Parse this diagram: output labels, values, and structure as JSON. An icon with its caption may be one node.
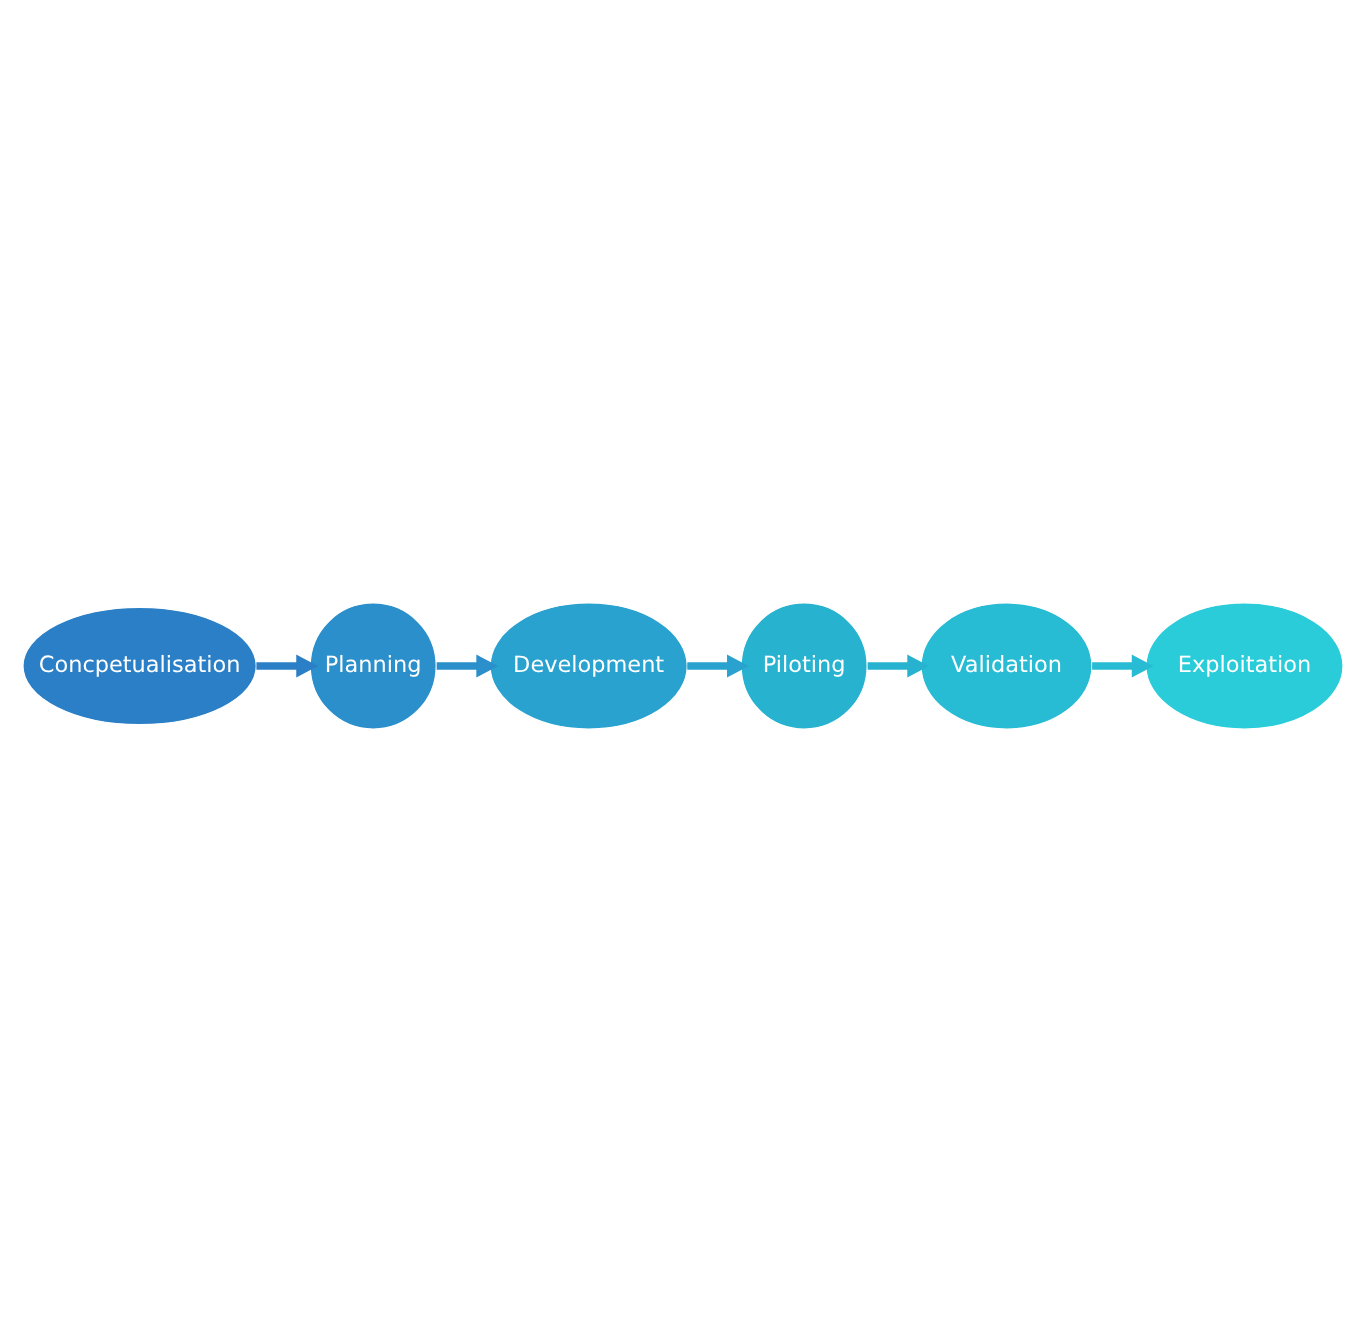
{
  "diagram": {
    "nodes": [
      {
        "text": [
          "Concpetualisation"
        ]
      },
      {
        "text": [
          "Planning"
        ]
      },
      {
        "text": [
          "Development"
        ]
      },
      {
        "text": [
          "Piloting"
        ]
      },
      {
        "text": [
          "Validation"
        ]
      },
      {
        "text": [
          "Exploitation"
        ]
      }
    ],
    "edges": [
      {
        "from": 0,
        "to": 1,
        "arrow": "to"
      },
      {
        "from": 1,
        "to": 2,
        "arrow": "to"
      },
      {
        "from": 2,
        "to": 3,
        "arrow": "to"
      },
      {
        "from": 3,
        "to": 4,
        "arrow": "to"
      },
      {
        "from": 4,
        "to": 5,
        "arrow": "to"
      }
    ]
  }
}
